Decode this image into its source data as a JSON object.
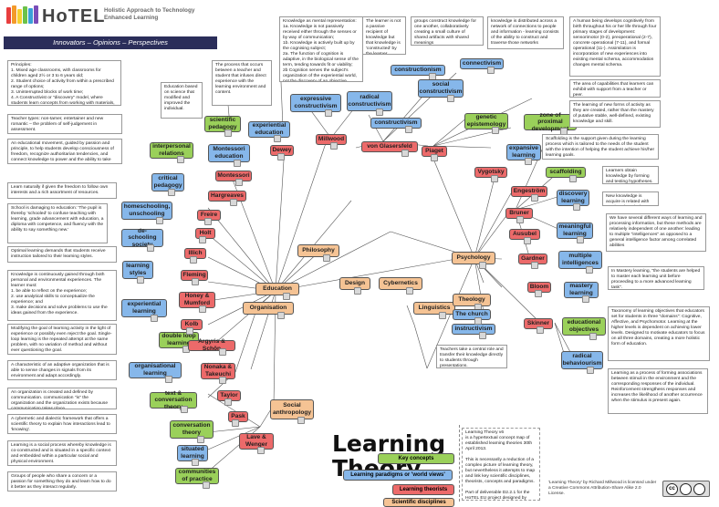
{
  "header": {
    "name": "HoTEL",
    "tagline": "Holistic Approach to Technology Enhanced Learning",
    "strapline": "Innovators – Opinions – Perspectives"
  },
  "title": "Learning Theory",
  "legend": {
    "key": "Key concepts",
    "paradigms": "Learning paradigms or 'world views'",
    "theorists": "Learning theorists",
    "disciplines": "Scientific disciplines"
  },
  "nodes": {
    "education": "Education",
    "philosophy": "Philosophy",
    "design": "Design",
    "cybernetics": "Cybernetics",
    "linguistics": "Linguistics",
    "psychology": "Psychology",
    "theology": "Theology",
    "organisation": "Organisation",
    "social_anthropology": "Social anthropology",
    "constructivism": "constructivism",
    "radical_constructivism": "radical constructivism",
    "expressive_constructivism": "expressive constructivism",
    "constructionism": "constructionism",
    "social_constructivism": "social constructivism",
    "connectivism": "connectivism",
    "experiential_education": "experiential education",
    "montessori_education": "Montessori education",
    "critical_pedagogy": "critical pedagogy",
    "homeschooling": "homeschooling, unschooling",
    "deschooling": "de-schooling society",
    "learning_styles": "learning styles",
    "experiential_learning": "experiential learning",
    "organisational_learning": "organisational learning",
    "situated_learning": "situated learning",
    "expansive_learning": "expansive learning",
    "discovery_learning": "discovery learning",
    "meaningful_learning": "meaningful learning",
    "multiple_intelligences": "multiple intelligences",
    "mastery_learning": "mastery learning",
    "radical_behaviourism": "radical behaviourism",
    "instructivism": "instructivism",
    "the_church": "The church",
    "scientific_pedagogy": "scientific pedagogy",
    "interpersonal_relations": "interpersonal relations",
    "genetic_epistemology": "genetic epistemology",
    "zpd": "zone of proximal development",
    "scaffolding": "scaffolding",
    "double_loop": "double loop learning",
    "text_conversation": "text & conversation theory",
    "conversation_theory": "conversation theory",
    "communities_practice": "communities of practice",
    "educational_objectives": "educational objectives",
    "dewey": "Dewey",
    "montessori": "Montessori",
    "millwood": "Millwood",
    "von_glasersfeld": "von Glasersfeld",
    "piaget": "Piaget",
    "vygotsky": "Vygotsky",
    "engestrom": "Engeström",
    "bruner": "Bruner",
    "ausubel": "Ausubel",
    "gardner": "Gardner",
    "bloom": "Bloom",
    "skinner": "Skinner",
    "hargreaves": "Hargreaves",
    "freire": "Freire",
    "holt": "Holt",
    "illich": "Illich",
    "fleming": "Fleming",
    "honey_mumford": "Honey & Mumford",
    "kolb": "Kolb",
    "argyris_schon": "Argyris & Schön",
    "nonaka_takeuchi": "Nonaka & Takeuchi",
    "taylor": "Taylor",
    "pask": "Pask",
    "lave_wenger": "Lave & Wenger"
  },
  "texts": {
    "principles": "Principles:\n1. Mixed age classrooms, with classrooms for children aged 2½ or 3 to 6 years old;\n2. Student choice of activity from within a prescribed range of options;\n3. Uninterrupted blocks of work time;\n4. A Constructivist or \"discovery\" model, where students learn concepts from working with materials, rather than by direct instruction.",
    "education_based": "Education based on science that modified and improved the individual.",
    "process_between": "The process that occurs between a teacher and student that infuses direct experience with the learning environment and content.",
    "mental_rep": "Knowledge as mental representation:\n1a. Knowledge is not passively received either through the senses or by way of communication;\n1b. Knowledge is actively built up by the cognising subject;\n2a. The function of cognition is adaptive, in the biological sense of the term, tending towards fit or viability;\n2b Cognition serves the subject's organization of the experiential world, not the discovery of an objective ontological reality.",
    "learner_not_passive": "The learner is not a passive recipient of knowledge but that knowledge is 'constructed' by the learner.",
    "groups_construct": "groups construct knowledge for one another, collaboratively creating a small culture of shared artifacts with shared meanings",
    "distributed": "knowledge is distributed across a network of connections to people and information - learning consists of the ability to construct and traverse those networks",
    "human_develops": "A human being develops cognitively from birth throughout his or her life through four primary stages of development: sensorimotor (0-2), preoperational (2-7), concrete operational (7-11), and formal operational (11-). Assimilation is incorporation of new experiences into existing mental schema, accommodation changes mental schema.",
    "capabilities": "The area of capabilities that learners can exhibit with support from a teacher or peer.",
    "new_forms": "The learning of new forms of activity as they are created, rather than the mastery of putative stable, well-defined, existing knowledge and skill.",
    "scaffolding_txt": "Scaffolding is the support given during the learning process which is tailored to the needs of the student with the intention of helping the student achieve his/her learning goals.",
    "learners_obtain": "Learners obtain knowledge by forming and testing hypotheses.",
    "new_knowledge": "New knowledge is acquire is related with previous knowledge.",
    "several_kinds": "We have several different ways of learning and processing information, but these methods are relatively independent of one another: leading to multiple \"intelligences\" as opposed to a general intelligence factor among correlated abilities",
    "mastery_txt": "In Mastery learning, \"the students are helped to master each learning unit before proceeding to a more advanced learning task\".",
    "taxonomy": "Taxonomy of learning objectives that educators set for students in three \"domains\": Cognitive, Affective, and Psychomotor. Learning at the higher levels is dependent on achieving lower levels. Designed to motivate educators to focus on all three domains, creating a more holistic form of education.",
    "behaviour_process": "Learning as a process of forming associations between stimuli in the environment and the corresponding responses of the individual. Reinforcement strengthens responses and increases the likelihood of another occurrence when the stimulus is present again.",
    "teachers_central": "Teachers take a central role and transfer their knowledge directly to students through presentations.",
    "teacher_types": "Teacher types: non-tamer, entertainer and new romantic – the problem of self-judgement in assessment.",
    "movement": "An educational movement, guided by passion and principle, to help students develop consciousness of freedom, recognize authoritarian tendencies, and connect knowledge to power and the ability to take constructive action.",
    "learn_naturally": "Learn naturally if given the freedom to follow own interests and a rich assortment of resources.",
    "school_damaging": "School is damaging to education: 'The pupil is thereby 'schooled' to confuse teaching with learning, grade advancement with education, a diploma with competence, and fluency with the ability to say something new.'",
    "optimal": "Optimal learning demands that students receive instruction tailored to their learning styles.",
    "knowledge_gained": "Knowledge is continuously gained through both personal and environmental experiences. The learner must:\n1. be able to reflect on the experience;\n2. use analytical skills to conceptualize the experience; and\n3. make decisions and solve problems to use the ideas gained from the experience.",
    "modifying": "Modifying the goal of learning activity in the light of experience or possibly even reject the goal. Single-loop learning is the repeated attempt at the same problem, with no variation of method and without ever questioning the goal.",
    "adaptive_org": "A characteristic of an adaptive organization that is able to sense changes in signals from its environment and adapt accordingly.",
    "org_created": "An organization is created and defined by communication. communication \"is\" the organization and the organization exists because communication takes place.",
    "cybernetic": "A cybernetic and dialectic framework that offers a scientific theory to explain how interactions lead to 'knowing'.",
    "social_process": "Learning is a social process whereby knowledge is co-constructed and is situated in a specific context and embedded within a particular social and physical environment.",
    "groups_people": "Groups of people who share a concern or a passion for something they do and learn how to do it better as they interact regularly.",
    "about": "Learning Theory v6\nis a hypertextual concept map of established learning theories 30th April 2013.\n\nThis is necessarily a reduction of a complex picture of learning theory, but nevertheless it attempts to map and link key scientific disciplines, theorists, concepts and paradigms.\n\nPart of deliverable D2.2.1 for the HoTEL EU project designed by Richard Millwood\nrichard.millwood@brunel.ac.uk"
  },
  "license": "'Learning Theory' by Richard Millwood is licensed under a Creative Commons Attribution-Share Alike 2.0 License.",
  "colors": {
    "paradigm": "#86b7ea",
    "theorist": "#ec6a6a",
    "concept": "#9ad05a",
    "discipline": "#f5c394",
    "strap": "#2b2e5a"
  }
}
